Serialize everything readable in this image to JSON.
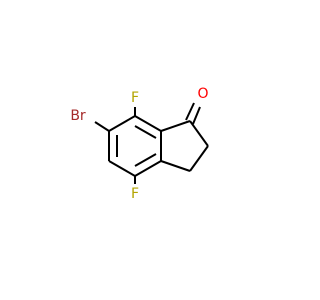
{
  "molecule": {
    "atoms": {
      "oxygen": {
        "label": "O",
        "color": "#ff0000"
      },
      "fluorine_top": {
        "label": "F",
        "color": "#b3a400"
      },
      "bromine": {
        "label": "Br",
        "color": "#a52a2a"
      },
      "fluorine_bottom": {
        "label": "F",
        "color": "#b3a400"
      }
    },
    "bond_color": "#000000"
  }
}
